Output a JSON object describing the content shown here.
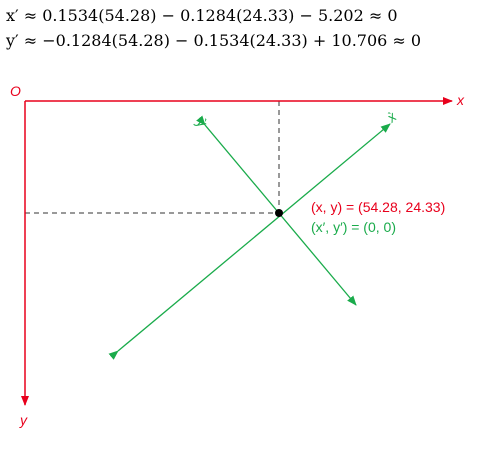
{
  "equations": {
    "line1": "x′ ≈ 0.1534(54.28) − 0.1284(24.33) − 5.202 ≈ 0",
    "line2": "y′ ≈ −0.1284(54.28) − 0.1534(24.33) + 10.706 ≈ 0"
  },
  "axes": {
    "origin_label": "O",
    "x_label": "x",
    "y_label": "y",
    "color": "#e8001c"
  },
  "rotated_axes": {
    "x_label": "x̀",
    "y_label": "ỳ",
    "color": "#1aab4b"
  },
  "point": {
    "label_xy": "(x, y) = (54.28, 24.33)",
    "label_prime": "(x′, y′) = (0, 0)",
    "label_xy_color": "#e8001c",
    "label_prime_color": "#1aab4b"
  }
}
